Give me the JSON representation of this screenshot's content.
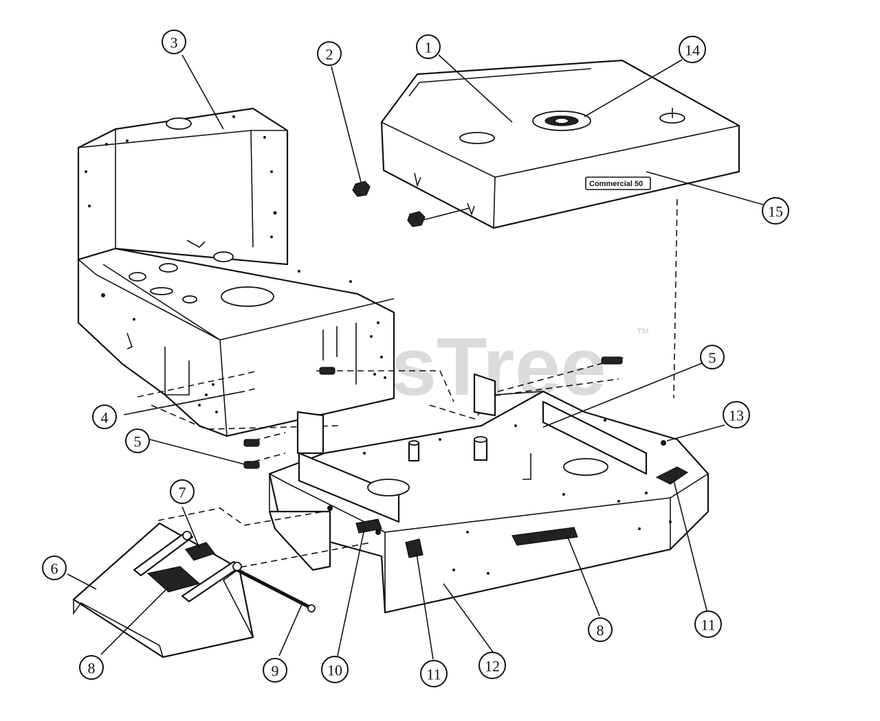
{
  "watermark": {
    "text": "PartsTree",
    "mark": "™"
  },
  "badge_text": "Commercial 50",
  "colors": {
    "line": "#111111",
    "background": "#ffffff",
    "watermark": "#bfbfbf"
  },
  "callouts": [
    {
      "id": "c1",
      "label": "1"
    },
    {
      "id": "c2",
      "label": "2"
    },
    {
      "id": "c3",
      "label": "3"
    },
    {
      "id": "c4",
      "label": "4"
    },
    {
      "id": "c5a",
      "label": "5"
    },
    {
      "id": "c5b",
      "label": "5"
    },
    {
      "id": "c6",
      "label": "6"
    },
    {
      "id": "c7",
      "label": "7"
    },
    {
      "id": "c8a",
      "label": "8"
    },
    {
      "id": "c8b",
      "label": "8"
    },
    {
      "id": "c9",
      "label": "9"
    },
    {
      "id": "c10",
      "label": "10"
    },
    {
      "id": "c11a",
      "label": "11"
    },
    {
      "id": "c11b",
      "label": "11"
    },
    {
      "id": "c12",
      "label": "12"
    },
    {
      "id": "c13",
      "label": "13"
    },
    {
      "id": "c14",
      "label": "14"
    },
    {
      "id": "c15",
      "label": "15"
    }
  ]
}
